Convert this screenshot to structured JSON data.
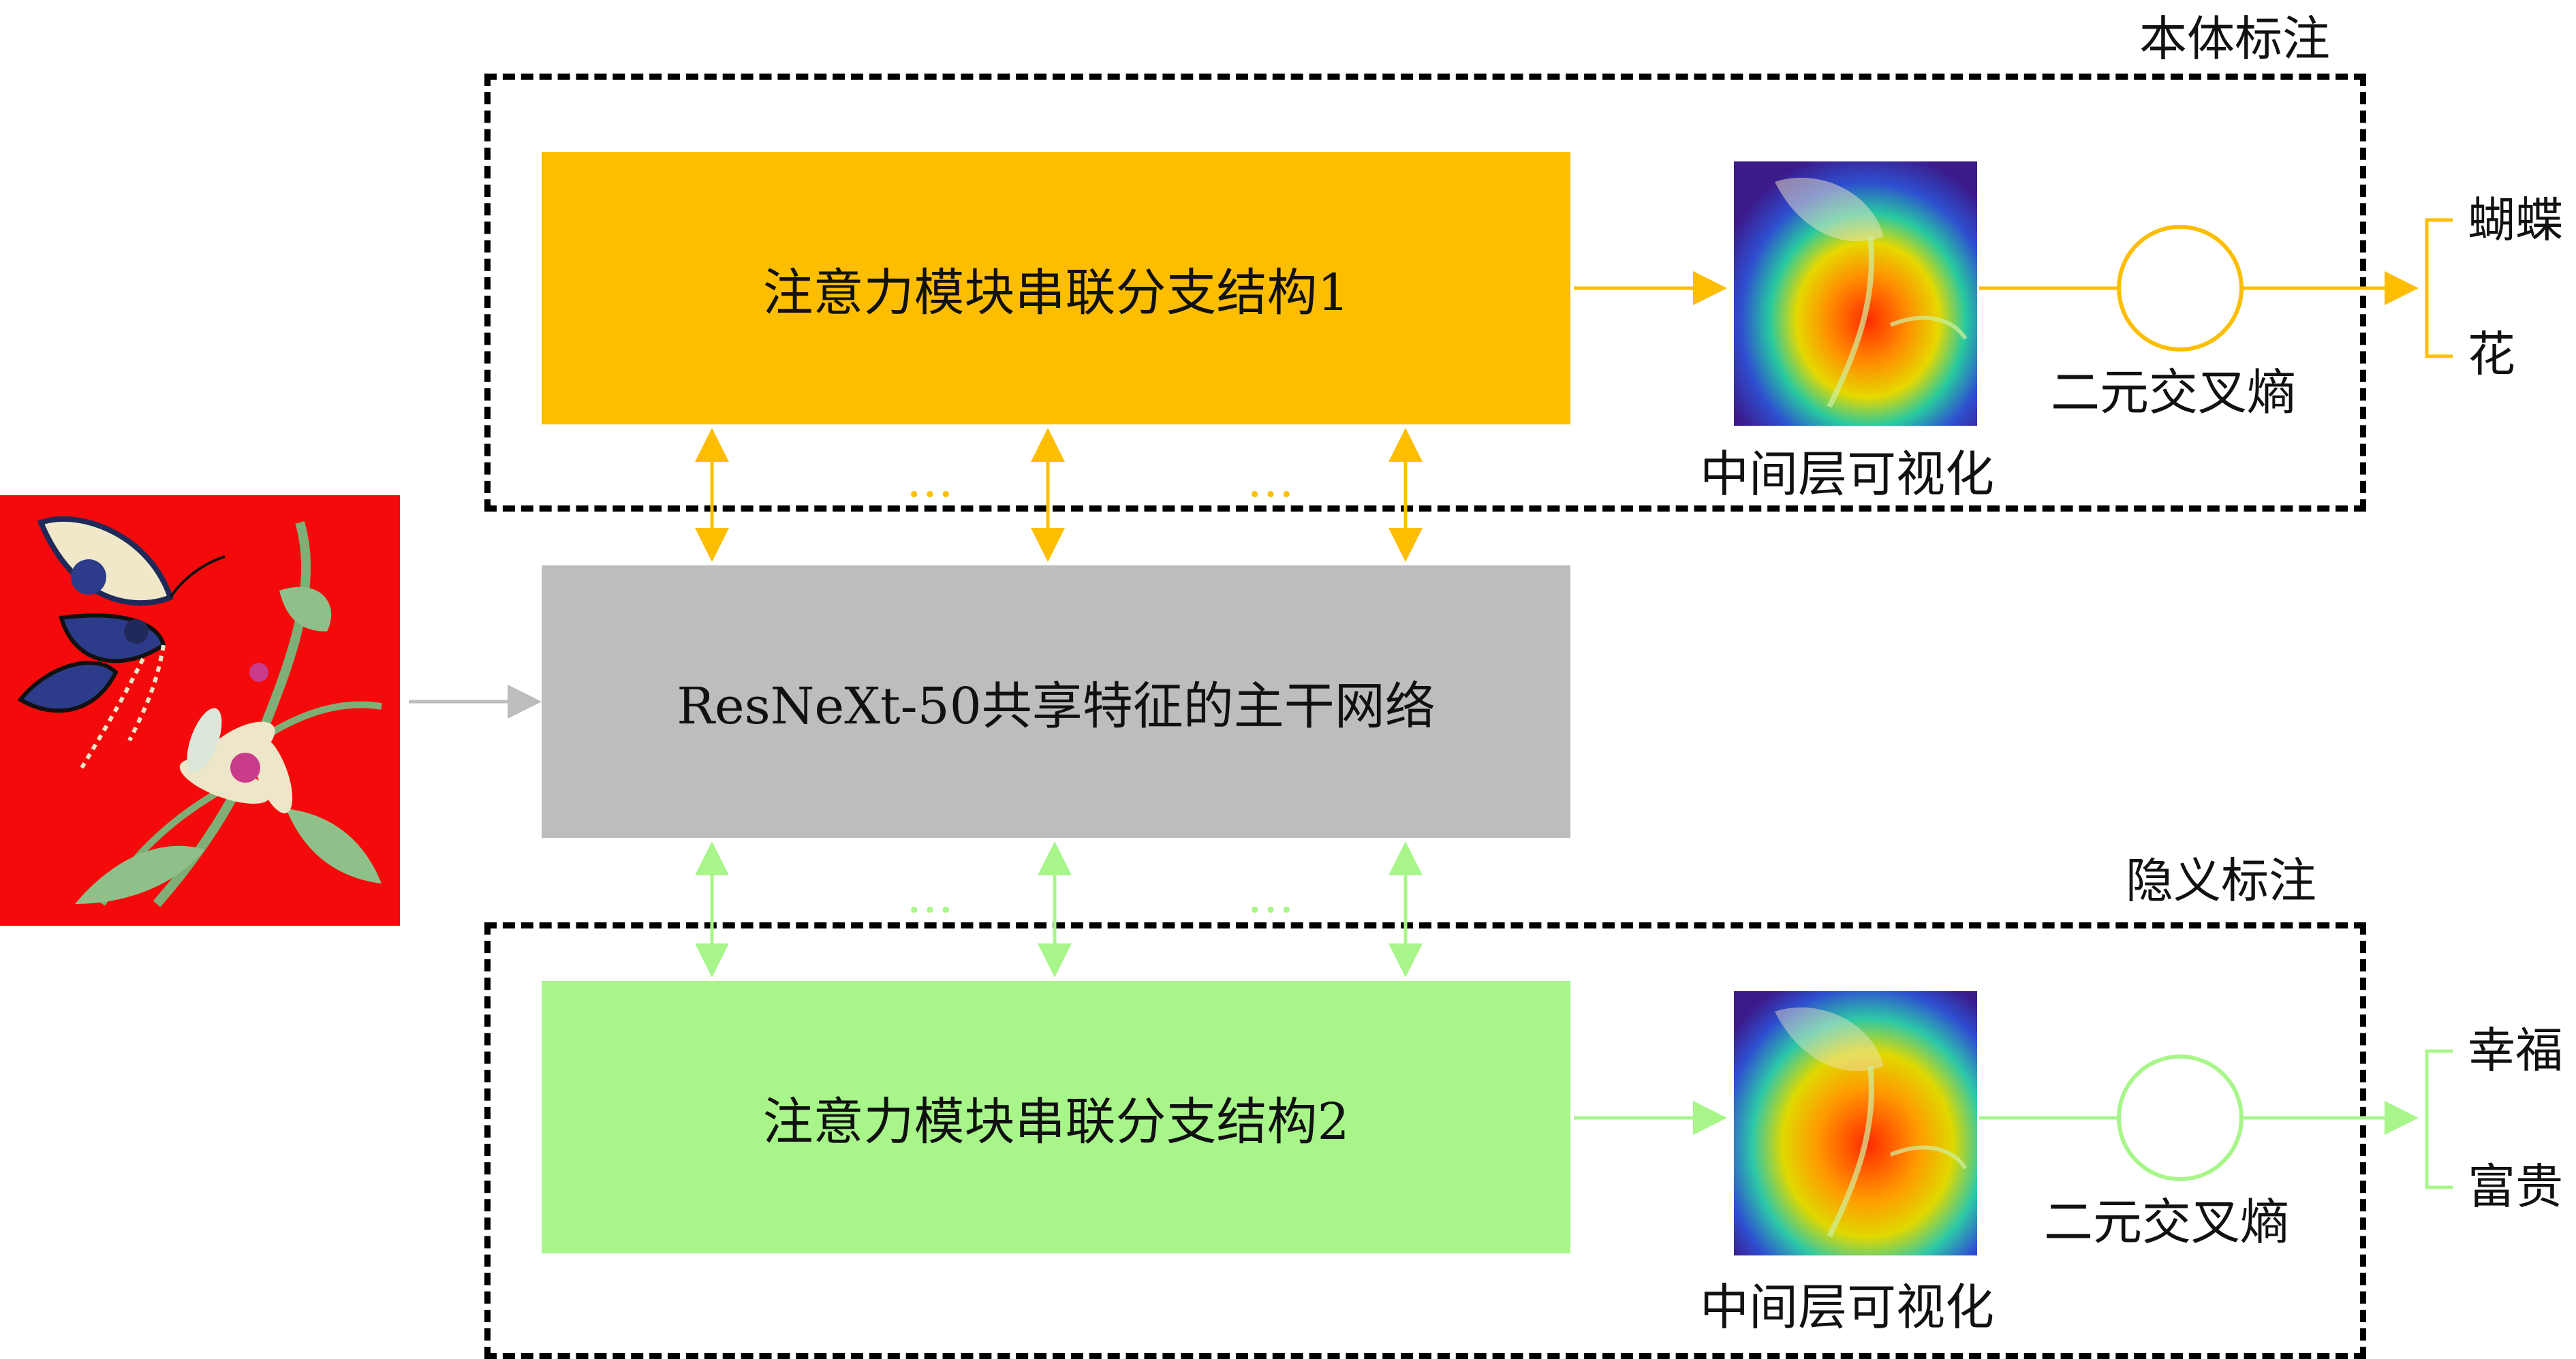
{
  "top_section": {
    "label": "本体标注",
    "branch_label": "注意力模块串联分支结构1",
    "visualization_caption": "中间层可视化",
    "loss_label": "二元交叉熵",
    "outputs": [
      "蝴蝶",
      "花"
    ],
    "ellipsis_left": "…",
    "ellipsis_right": "…",
    "color": "#FDBE02"
  },
  "backbone": {
    "label": "ResNeXt-50共享特征的主干网络",
    "color": "#BDBDBD"
  },
  "bottom_section": {
    "label": "隐义标注",
    "branch_label": "注意力模块串联分支结构2",
    "visualization_caption": "中间层可视化",
    "loss_label": "二元交叉熵",
    "outputs": [
      "幸福",
      "富贵"
    ],
    "ellipsis_left": "…",
    "ellipsis_right": "…",
    "color": "#A8F68A"
  },
  "input_image": {
    "icon": "embroidery-butterfly-flower-image",
    "background_color": "#F40A0A"
  }
}
